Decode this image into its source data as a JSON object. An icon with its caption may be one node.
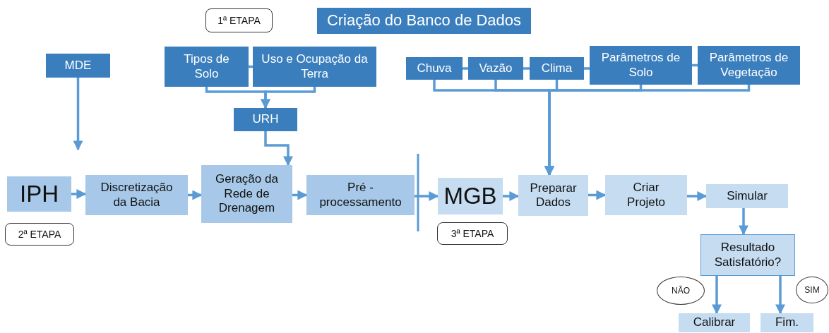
{
  "diagram": {
    "nodes": [
      {
        "text": [
          "1ª ETAPA"
        ]
      },
      {
        "text": [
          "Criação do Banco de Dados"
        ]
      },
      {
        "text": [
          "MDE"
        ]
      },
      {
        "text": [
          "Tipos de Solo"
        ]
      },
      {
        "text": [
          "Uso e Ocupação da Terra"
        ]
      },
      {
        "text": [
          "Chuva"
        ]
      },
      {
        "text": [
          "Vazão"
        ]
      },
      {
        "text": [
          "Clima"
        ]
      },
      {
        "text": [
          "Parâmetros de Solo"
        ]
      },
      {
        "text": [
          "Parâmetros de Vegetação"
        ]
      },
      {
        "text": [
          "URH"
        ]
      },
      {
        "text": [
          "IPH"
        ]
      },
      {
        "text": [
          "Discretização da Bacia"
        ]
      },
      {
        "text": [
          "Geração da Rede de Drenagem"
        ]
      },
      {
        "text": [
          "Pré - processamento"
        ]
      },
      {
        "text": [
          "MGB"
        ]
      },
      {
        "text": [
          "Preparar Dados"
        ]
      },
      {
        "text": [
          "Criar Projeto"
        ]
      },
      {
        "text": [
          "Simular"
        ]
      },
      {
        "text": [
          "2ª ETAPA"
        ]
      },
      {
        "text": [
          "3ª ETAPA"
        ]
      },
      {
        "text": [
          "Resultado Satisfatório?"
        ]
      },
      {
        "text": [
          "NÃO"
        ]
      },
      {
        "text": [
          "SIM"
        ]
      },
      {
        "text": [
          "Calibrar"
        ]
      },
      {
        "text": [
          "Fim."
        ]
      }
    ],
    "edges": [
      {
        "from": 2,
        "to": null,
        "arrow": "to"
      },
      {
        "from": 3,
        "to": 4,
        "arrow": "none"
      },
      {
        "from": 3,
        "to": 10,
        "arrow": "to"
      },
      {
        "from": 4,
        "to": 10,
        "arrow": "to"
      },
      {
        "from": 10,
        "to": 13,
        "arrow": "to"
      },
      {
        "from": 5,
        "to": 6,
        "arrow": "none"
      },
      {
        "from": 6,
        "to": 7,
        "arrow": "none"
      },
      {
        "from": 7,
        "to": 8,
        "arrow": "none"
      },
      {
        "from": 8,
        "to": 9,
        "arrow": "none"
      },
      {
        "from": 5,
        "to": 16,
        "arrow": "to"
      },
      {
        "from": 6,
        "to": 16,
        "arrow": "to"
      },
      {
        "from": 7,
        "to": 16,
        "arrow": "to"
      },
      {
        "from": 8,
        "to": 16,
        "arrow": "to"
      },
      {
        "from": 9,
        "to": 16,
        "arrow": "to"
      },
      {
        "from": 11,
        "to": 12,
        "arrow": "to"
      },
      {
        "from": 12,
        "to": 13,
        "arrow": "to"
      },
      {
        "from": 13,
        "to": 14,
        "arrow": "to"
      },
      {
        "from": 14,
        "to": 15,
        "arrow": "to"
      },
      {
        "from": 15,
        "to": 16,
        "arrow": "to"
      },
      {
        "from": 16,
        "to": 17,
        "arrow": "to"
      },
      {
        "from": 17,
        "to": 18,
        "arrow": "to"
      },
      {
        "from": 18,
        "to": 21,
        "arrow": "to"
      },
      {
        "from": 21,
        "to": 24,
        "arrow": "to"
      },
      {
        "from": 21,
        "to": 25,
        "arrow": "to"
      }
    ]
  }
}
